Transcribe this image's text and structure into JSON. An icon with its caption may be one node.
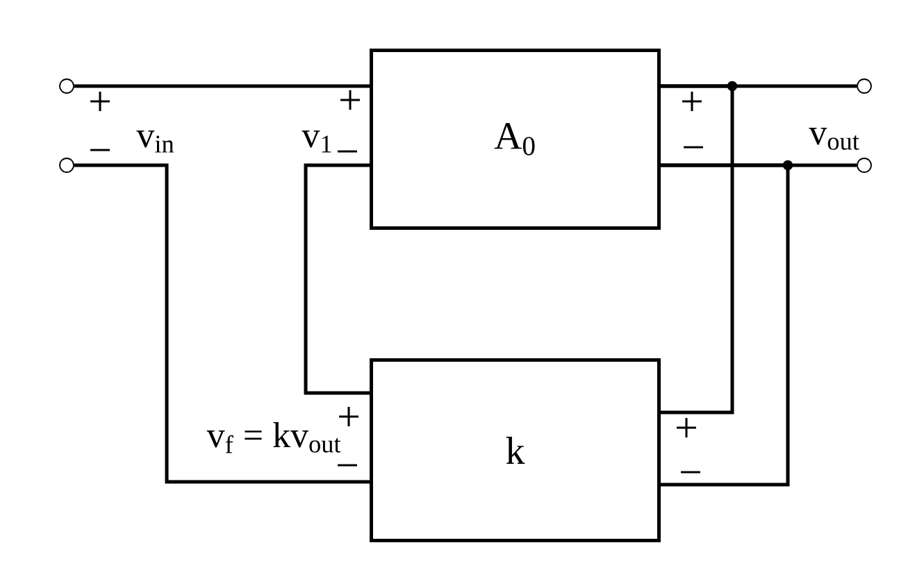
{
  "diagram": {
    "nodes": [
      {
        "text": [],
        "shape": "circle"
      },
      {
        "text": [
          "A$_{0}$"
        ]
      },
      {
        "text": [],
        "shape": "circle"
      },
      {
        "text": [],
        "shape": "circle"
      },
      {
        "text": [],
        "shape": "circle"
      },
      {
        "text": [
          "k"
        ]
      }
    ],
    "edges": [
      {
        "from": 0,
        "to": 1,
        "arrow": "none"
      },
      {
        "from": 3,
        "to": 5,
        "arrow": "none"
      },
      {
        "from": 1,
        "to": 5,
        "arrow": "none"
      },
      {
        "from": 1,
        "to": 2,
        "arrow": "none"
      },
      {
        "from": 1,
        "to": 5,
        "arrow": "none"
      },
      {
        "from": 1,
        "to": 4,
        "arrow": "none"
      },
      {
        "from": 1,
        "to": 5,
        "arrow": "none"
      }
    ],
    "labels": [
      "+",
      "−",
      "v$_{in}$",
      "+",
      "v$_{1}$",
      "−",
      "+",
      "−",
      "v$_{out}$",
      "+",
      "v$_{f}$ = kv$_{out}$",
      "−",
      "+",
      "−"
    ]
  }
}
